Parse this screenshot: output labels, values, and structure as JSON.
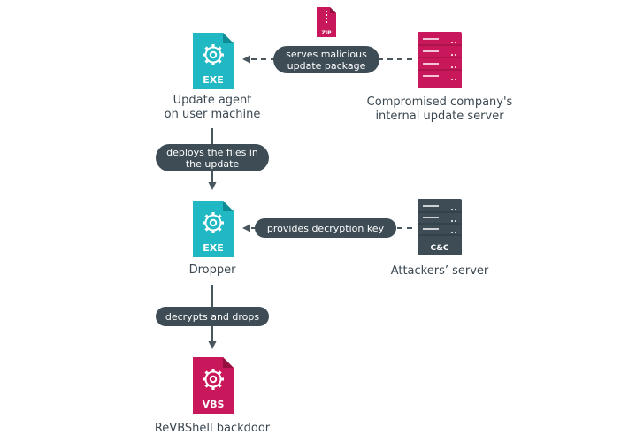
{
  "colors": {
    "teal": "#1fb8c3",
    "teal_dark": "#0f8c96",
    "magenta": "#c8175a",
    "magenta_dark": "#94103f",
    "slate": "#3d4c55",
    "line": "#4a565e",
    "text": "#3a4750"
  },
  "nodes": {
    "update_agent": {
      "badge": "EXE",
      "label_line1": "Update agent",
      "label_line2": "on user machine",
      "icon": "gear-icon"
    },
    "zip_package": {
      "badge": "ZIP"
    },
    "compromised_server": {
      "label_line1": "Compromised company's",
      "label_line2": "internal update server",
      "icon": "server-icon"
    },
    "dropper": {
      "badge": "EXE",
      "label": "Dropper",
      "icon": "gear-icon"
    },
    "attackers_server": {
      "badge": "C&C",
      "label": "Attackers’ server",
      "icon": "server-icon"
    },
    "backdoor": {
      "badge": "VBS",
      "label": "ReVBShell backdoor",
      "icon": "gear-icon"
    }
  },
  "edges": {
    "serves": {
      "line1": "serves malicious",
      "line2": "update package"
    },
    "deploys": {
      "line1": "deploys the files in",
      "line2": "the update"
    },
    "provides": {
      "label": "provides decryption key"
    },
    "decrypts": {
      "label": "decrypts and drops"
    }
  }
}
